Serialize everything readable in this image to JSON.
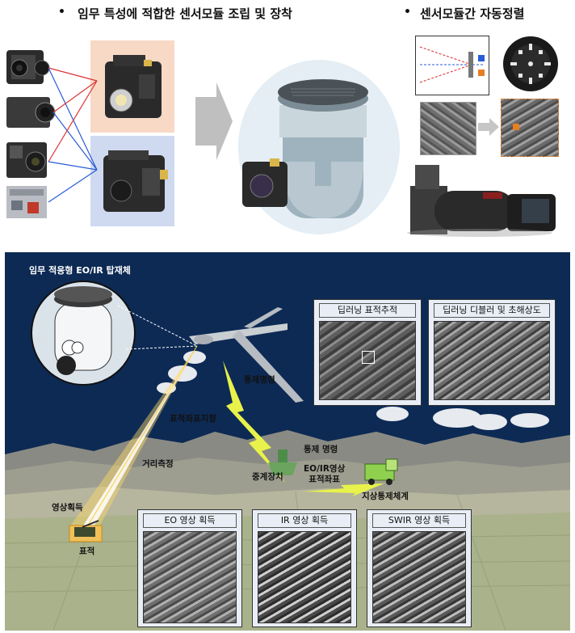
{
  "top": {
    "bullet": "•",
    "left_title": "임무 특성에 적합한 센서모듈 조립 및 장착",
    "right_title": "센서모듈간 자동정렬"
  },
  "scene": {
    "header": "임무 적응형 EO/IR 탑재체",
    "panels": {
      "deep_tracking": "딥러닝 표적추적",
      "deep_deblur": "딥러닝 디블러 및 초해상도",
      "eo": "EO 영상 획득",
      "ir": "IR 영상 획득",
      "swir": "SWIR 영상 획득"
    },
    "labels": {
      "command": "통제명령",
      "target_direction": "표적좌표지향",
      "range": "거리측정",
      "image_acq": "영상획득",
      "target": "표적",
      "relay_command": "통제 명령",
      "relay": "중계장치",
      "eo_ir_coord": "EO/IR영상\n표적좌표",
      "ground_control": "지상통제체계"
    }
  },
  "colors": {
    "sky": "#0d2a54",
    "panel_fill": "#e9eef6",
    "orange_box": "#f7d9c6",
    "blue_box": "#cfdaf0"
  }
}
